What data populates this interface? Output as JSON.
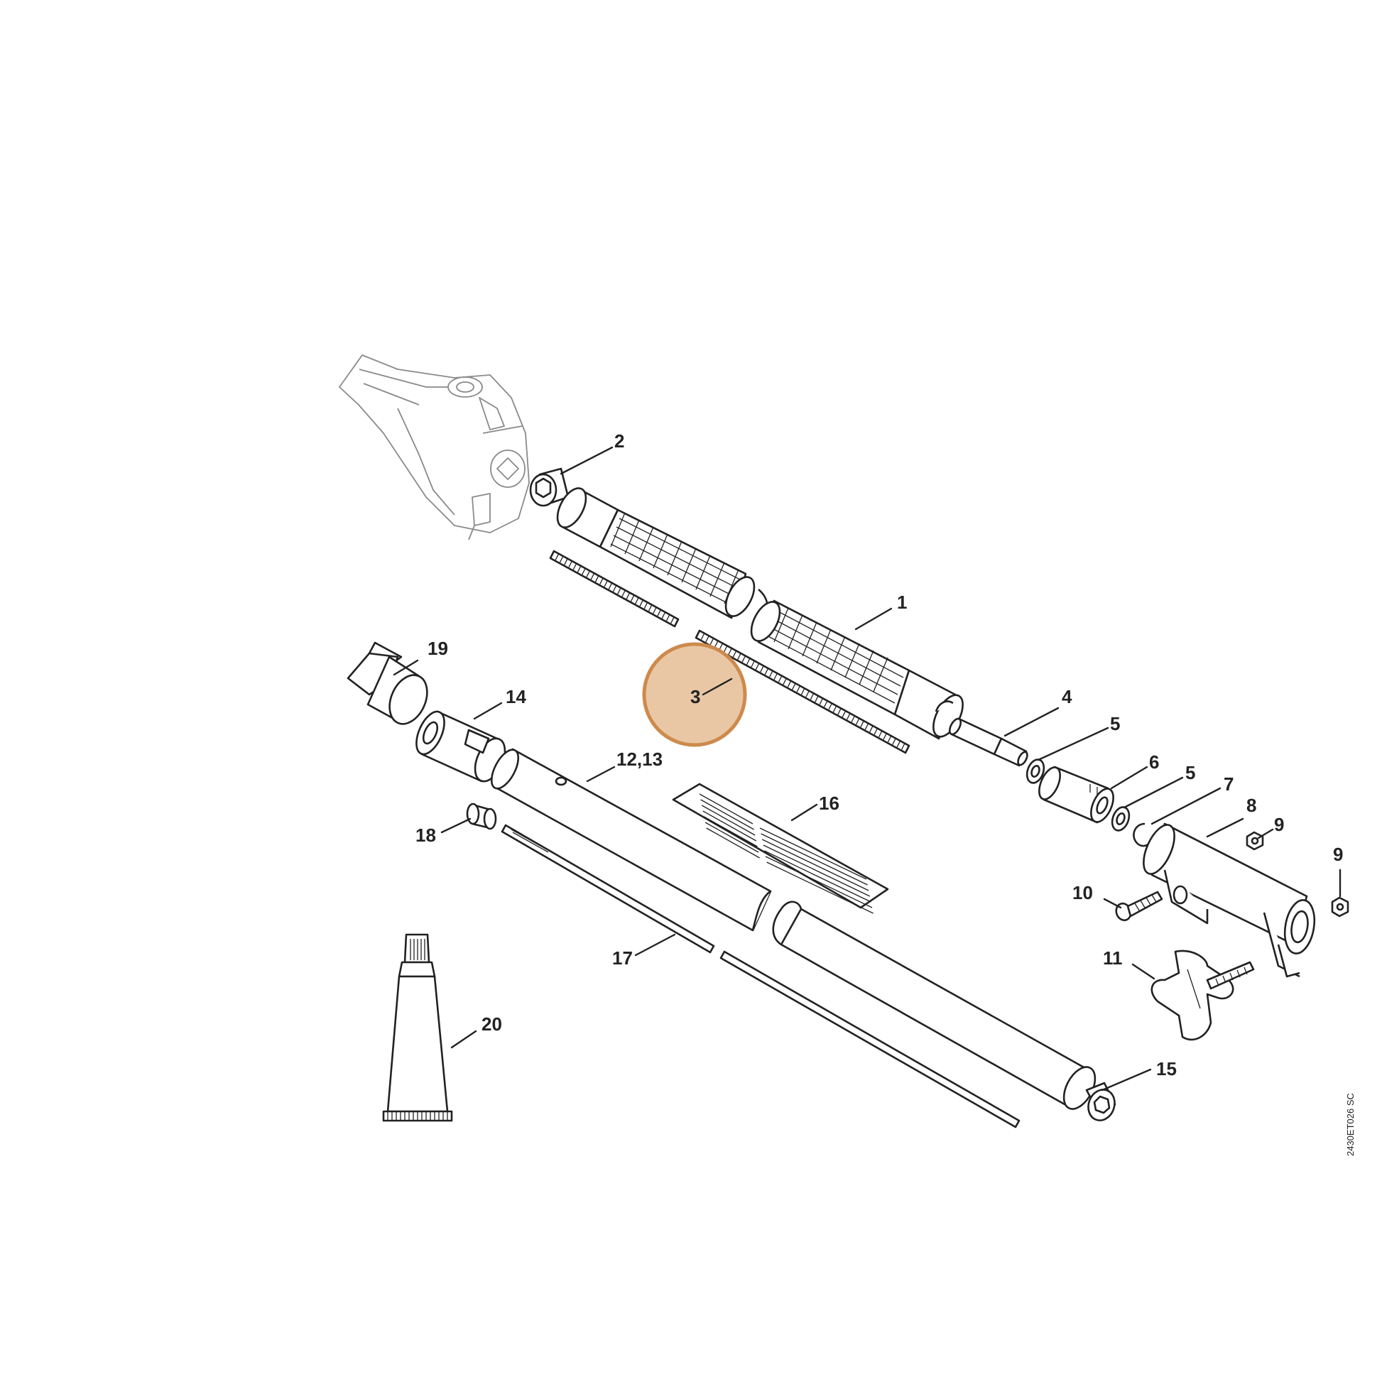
{
  "diagram": {
    "highlight_color": "#cd8a4c",
    "highlight_fill": "#e9c7a4",
    "drawing_code": "2430ET026 SC",
    "callouts": [
      {
        "id": "1",
        "text": "1"
      },
      {
        "id": "2",
        "text": "2"
      },
      {
        "id": "3",
        "text": "3",
        "highlighted": true
      },
      {
        "id": "4",
        "text": "4"
      },
      {
        "id": "5a",
        "text": "5"
      },
      {
        "id": "6",
        "text": "6"
      },
      {
        "id": "5b",
        "text": "5"
      },
      {
        "id": "7",
        "text": "7"
      },
      {
        "id": "8",
        "text": "8"
      },
      {
        "id": "9a",
        "text": "9"
      },
      {
        "id": "9b",
        "text": "9"
      },
      {
        "id": "10",
        "text": "10"
      },
      {
        "id": "11",
        "text": "11"
      },
      {
        "id": "12_13",
        "text": "12,13"
      },
      {
        "id": "14",
        "text": "14"
      },
      {
        "id": "15",
        "text": "15"
      },
      {
        "id": "16",
        "text": "16"
      },
      {
        "id": "17",
        "text": "17"
      },
      {
        "id": "18",
        "text": "18"
      },
      {
        "id": "19",
        "text": "19"
      },
      {
        "id": "20",
        "text": "20"
      }
    ]
  }
}
